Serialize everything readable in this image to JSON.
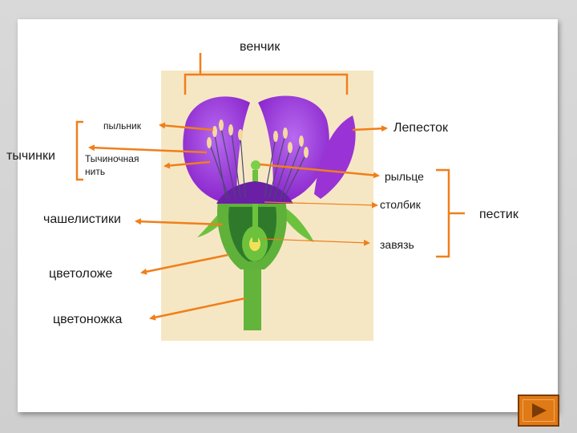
{
  "labels": {
    "corolla": "венчик",
    "stamens": "тычинки",
    "anther": "пыльник",
    "filament": "Тычиночная нить",
    "petal": "Лепесток",
    "stigma": "рыльце",
    "style": "столбик",
    "pistil": "пестик",
    "ovary": "завязь",
    "sepals": "чашелистики",
    "receptacle": "цветоложе",
    "pedicel": "цветоножка"
  },
  "colors": {
    "arrow": "#f07f1a",
    "petal": "#9b35d8",
    "stem": "#62b53a",
    "background_panel": "#f6e7c4"
  },
  "nav": {
    "next_icon": "play-arrow-icon"
  }
}
